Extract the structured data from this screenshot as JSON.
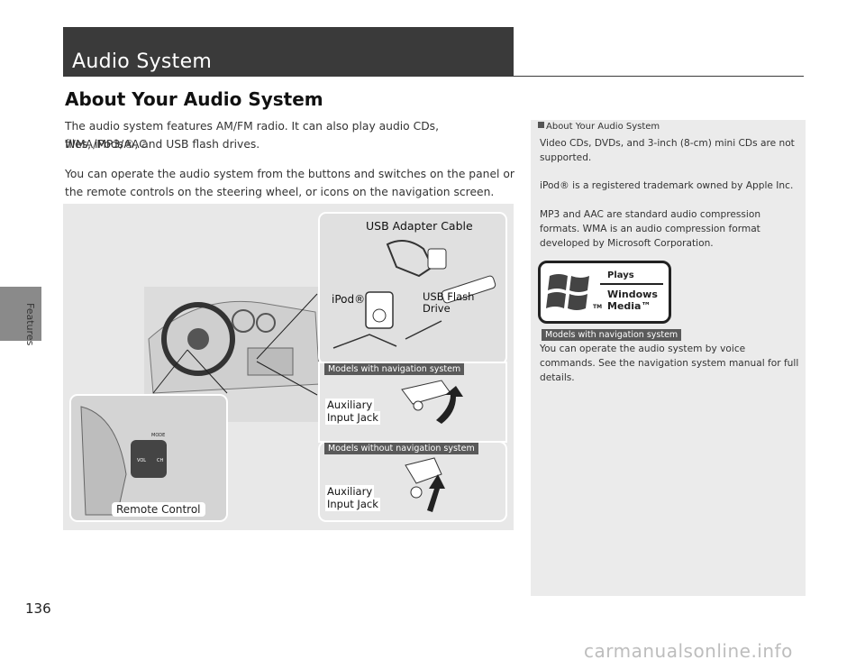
{
  "section": "Features",
  "page_number": "136",
  "title": "Audio System",
  "heading": "About Your Audio System",
  "paragraphs": [
    "The audio system features AM/FM radio. It can also play audio CDs, WMA/MP3/AAC",
    "files, iPods®, and USB flash drives.",
    "You can operate the audio system from the buttons and switches on the panel or",
    "the remote controls on the steering wheel, or icons on the navigation screen."
  ],
  "figure": {
    "usb_adapter_cable": "USB Adapter Cable",
    "ipod": "iPod®",
    "usb_flash_drive_1": "USB Flash",
    "usb_flash_drive_2": "Drive",
    "models_nav": "Models with navigation system",
    "models_without_nav": "Models without navigation system",
    "aux_1a": "Auxiliary",
    "aux_1b": "Input Jack",
    "aux_2a": "Auxiliary",
    "aux_2b": "Input Jack",
    "remote_control": "Remote Control",
    "wheel_mode": "MODE",
    "wheel_vol": "VOL",
    "wheel_ch": "CH"
  },
  "sidebar": {
    "heading": "About Your Audio System",
    "text_1a": "Video CDs, DVDs, and 3-inch (8-cm) mini CDs are not",
    "text_1b": "supported.",
    "text_2": "iPod® is a registered trademark owned by Apple Inc.",
    "text_3a": "MP3 and AAC are standard audio compression",
    "text_3b": "formats. WMA is an audio compression format",
    "text_3c": "developed by Microsoft Corporation.",
    "logo_plays": "Plays",
    "logo_windows": "Windows",
    "logo_media": "Media™",
    "logo_tm": "TM",
    "badge": "Models with navigation system",
    "text_4a": "You can operate the audio system by voice",
    "text_4b": "commands. See the navigation system manual for full",
    "text_4c": "details."
  },
  "watermark": "carmanualsonline.info"
}
